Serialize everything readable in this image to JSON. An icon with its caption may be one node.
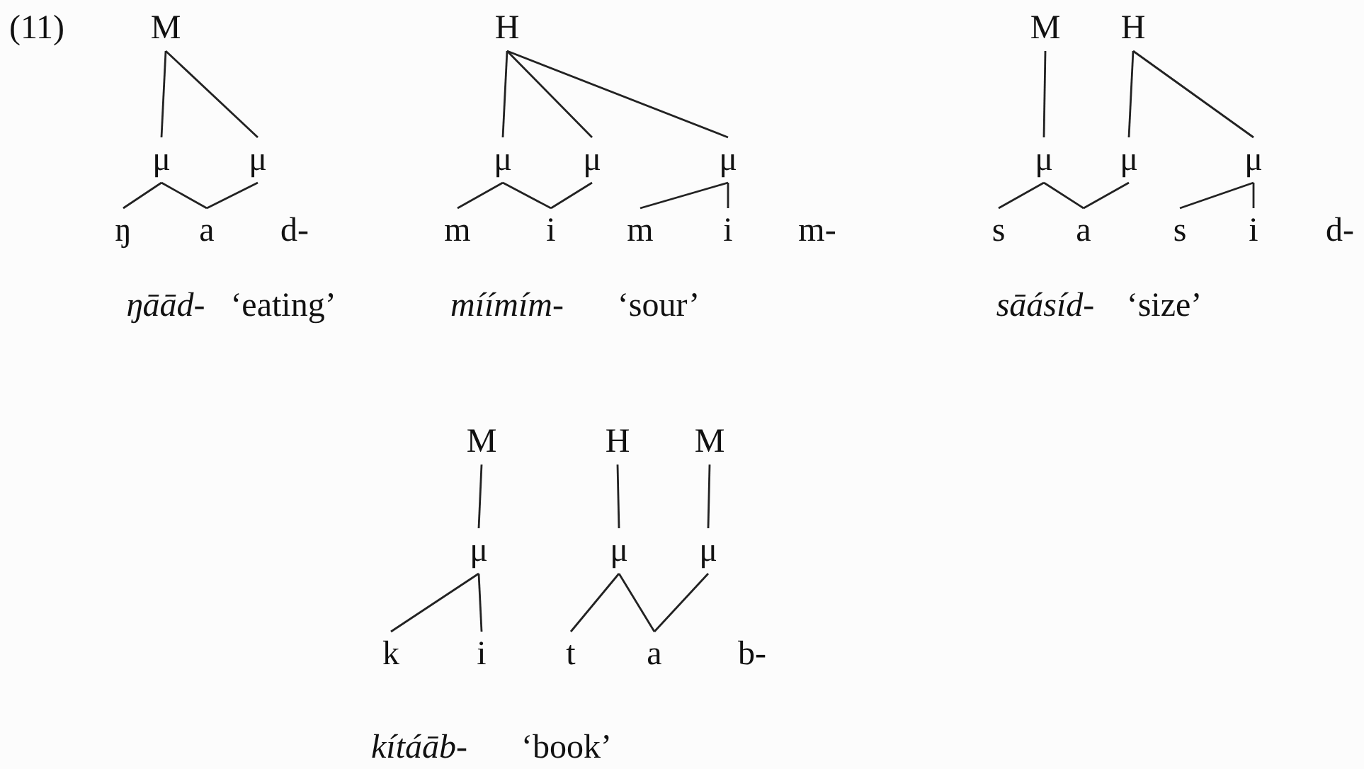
{
  "diagram": {
    "nodes": [
      {
        "text": [
          "M"
        ]
      },
      {
        "text": [
          "μ"
        ]
      },
      {
        "text": [
          "μ"
        ]
      },
      {
        "text": [
          "ŋ"
        ]
      },
      {
        "text": [
          "a"
        ]
      },
      {
        "text": [
          "H"
        ]
      },
      {
        "text": [
          "μ"
        ]
      },
      {
        "text": [
          "μ"
        ]
      },
      {
        "text": [
          "μ"
        ]
      },
      {
        "text": [
          "m"
        ]
      },
      {
        "text": [
          "i"
        ]
      },
      {
        "text": [
          "m"
        ]
      },
      {
        "text": [
          "i"
        ]
      },
      {
        "text": [
          "M"
        ]
      },
      {
        "text": [
          "H"
        ]
      },
      {
        "text": [
          "μ"
        ]
      },
      {
        "text": [
          "μ"
        ]
      },
      {
        "text": [
          "μ"
        ]
      },
      {
        "text": [
          "s"
        ]
      },
      {
        "text": [
          "a"
        ]
      },
      {
        "text": [
          "s"
        ]
      },
      {
        "text": [
          "i"
        ]
      },
      {
        "text": [
          "M"
        ]
      },
      {
        "text": [
          "H"
        ]
      },
      {
        "text": [
          "M"
        ]
      },
      {
        "text": [
          "μ"
        ]
      },
      {
        "text": [
          "μ"
        ]
      },
      {
        "text": [
          "μ"
        ]
      },
      {
        "text": [
          "k"
        ]
      },
      {
        "text": [
          "i"
        ]
      },
      {
        "text": [
          "t"
        ]
      },
      {
        "text": [
          "a"
        ]
      }
    ],
    "edges": [
      {
        "from": 0,
        "to": 1,
        "arrow": "none"
      },
      {
        "from": 0,
        "to": 2,
        "arrow": "none"
      },
      {
        "from": 1,
        "to": 3,
        "arrow": "none"
      },
      {
        "from": 1,
        "to": 4,
        "arrow": "none"
      },
      {
        "from": 2,
        "to": 4,
        "arrow": "none"
      },
      {
        "from": 5,
        "to": 6,
        "arrow": "none"
      },
      {
        "from": 5,
        "to": 7,
        "arrow": "none"
      },
      {
        "from": 5,
        "to": 8,
        "arrow": "none"
      },
      {
        "from": 6,
        "to": 9,
        "arrow": "none"
      },
      {
        "from": 6,
        "to": 10,
        "arrow": "none"
      },
      {
        "from": 7,
        "to": 10,
        "arrow": "none"
      },
      {
        "from": 8,
        "to": 11,
        "arrow": "none"
      },
      {
        "from": 8,
        "to": 12,
        "arrow": "none"
      },
      {
        "from": 13,
        "to": 15,
        "arrow": "none"
      },
      {
        "from": 14,
        "to": 16,
        "arrow": "none"
      },
      {
        "from": 14,
        "to": 17,
        "arrow": "none"
      },
      {
        "from": 15,
        "to": 18,
        "arrow": "none"
      },
      {
        "from": 15,
        "to": 19,
        "arrow": "none"
      },
      {
        "from": 16,
        "to": 19,
        "arrow": "none"
      },
      {
        "from": 17,
        "to": 20,
        "arrow": "none"
      },
      {
        "from": 17,
        "to": 21,
        "arrow": "none"
      },
      {
        "from": 22,
        "to": 25,
        "arrow": "none"
      },
      {
        "from": 23,
        "to": 26,
        "arrow": "none"
      },
      {
        "from": 24,
        "to": 27,
        "arrow": "none"
      },
      {
        "from": 25,
        "to": 28,
        "arrow": "none"
      },
      {
        "from": 25,
        "to": 29,
        "arrow": "none"
      },
      {
        "from": 26,
        "to": 30,
        "arrow": "none"
      },
      {
        "from": 26,
        "to": 31,
        "arrow": "none"
      },
      {
        "from": 27,
        "to": 31,
        "arrow": "none"
      }
    ],
    "labels": [
      "(11)",
      "d-",
      "m-",
      "d-",
      "ŋāād-",
      "‘eating’",
      "míímím-",
      "‘sour’",
      "sāásíd-",
      "‘size’",
      "b-",
      "kítáāb-",
      "‘book’"
    ]
  }
}
